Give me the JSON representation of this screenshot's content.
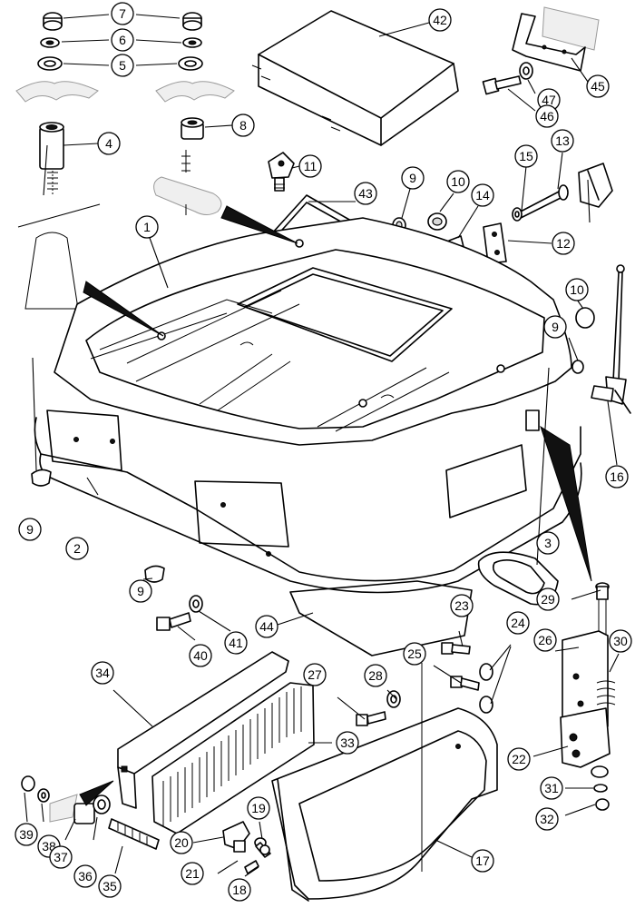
{
  "diagram": {
    "callouts": [
      {
        "id": "c7a",
        "label": "7"
      },
      {
        "id": "c6a",
        "label": "6"
      },
      {
        "id": "c5a",
        "label": "5"
      },
      {
        "id": "c42",
        "label": "42"
      },
      {
        "id": "c45",
        "label": "45"
      },
      {
        "id": "c47",
        "label": "47"
      },
      {
        "id": "c46",
        "label": "46"
      },
      {
        "id": "c4",
        "label": "4"
      },
      {
        "id": "c8",
        "label": "8"
      },
      {
        "id": "c11",
        "label": "11"
      },
      {
        "id": "c13",
        "label": "13"
      },
      {
        "id": "c15",
        "label": "15"
      },
      {
        "id": "c9a",
        "label": "9"
      },
      {
        "id": "c10a",
        "label": "10"
      },
      {
        "id": "c14",
        "label": "14"
      },
      {
        "id": "c43",
        "label": "43"
      },
      {
        "id": "c12",
        "label": "12"
      },
      {
        "id": "c1",
        "label": "1"
      },
      {
        "id": "c10b",
        "label": "10"
      },
      {
        "id": "c9b",
        "label": "9"
      },
      {
        "id": "c16",
        "label": "16"
      },
      {
        "id": "c9c",
        "label": "9"
      },
      {
        "id": "c2",
        "label": "2"
      },
      {
        "id": "c3",
        "label": "3"
      },
      {
        "id": "c9d",
        "label": "9"
      },
      {
        "id": "c29",
        "label": "29"
      },
      {
        "id": "c44",
        "label": "44"
      },
      {
        "id": "c23",
        "label": "23"
      },
      {
        "id": "c41",
        "label": "41"
      },
      {
        "id": "c40",
        "label": "40"
      },
      {
        "id": "c26",
        "label": "26"
      },
      {
        "id": "c30",
        "label": "30"
      },
      {
        "id": "c24",
        "label": "24"
      },
      {
        "id": "c25",
        "label": "25"
      },
      {
        "id": "c34",
        "label": "34"
      },
      {
        "id": "c27",
        "label": "27"
      },
      {
        "id": "c28",
        "label": "28"
      },
      {
        "id": "c33",
        "label": "33"
      },
      {
        "id": "c22",
        "label": "22"
      },
      {
        "id": "c31",
        "label": "31"
      },
      {
        "id": "c32",
        "label": "32"
      },
      {
        "id": "c19",
        "label": "19"
      },
      {
        "id": "c20",
        "label": "20"
      },
      {
        "id": "c39",
        "label": "39"
      },
      {
        "id": "c38",
        "label": "38"
      },
      {
        "id": "c37",
        "label": "37"
      },
      {
        "id": "c36",
        "label": "36"
      },
      {
        "id": "c35",
        "label": "35"
      },
      {
        "id": "c21",
        "label": "21"
      },
      {
        "id": "c17",
        "label": "17"
      },
      {
        "id": "c18",
        "label": "18"
      }
    ]
  }
}
